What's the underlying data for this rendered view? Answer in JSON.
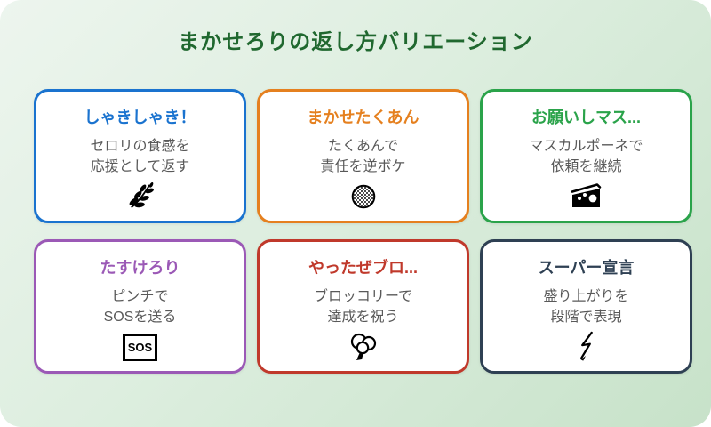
{
  "page": {
    "title": "まかせろりの返し方バリエーション"
  },
  "theme": {
    "canvas_gradient_start": "#edf5ee",
    "canvas_gradient_end": "#c7e2c9",
    "page_title_color": "#20682f",
    "card_background": "#ffffff",
    "body_text_color": "#595959"
  },
  "cards": [
    {
      "title": "しゃきしゃき！",
      "lines": [
        "セロリの食感を",
        "応援として返す"
      ],
      "icon": "herb-icon",
      "accent": "#1a73cf"
    },
    {
      "title": "まかせたくあん",
      "lines": [
        "たくあんで",
        "責任を逆ボケ"
      ],
      "icon": "dotted-takuan-icon",
      "accent": "#e5801f"
    },
    {
      "title": "お願いしマス...",
      "lines": [
        "マスカルポーネで",
        "依頼を継続"
      ],
      "icon": "cheese-icon",
      "accent": "#2aa34a"
    },
    {
      "title": "たすけろり",
      "lines": [
        "ピンチで",
        "SOSを送る"
      ],
      "icon": "sos-icon",
      "icon_label": "SOS",
      "accent": "#9b59b6"
    },
    {
      "title": "やったぜブロ...",
      "lines": [
        "ブロッコリーで",
        "達成を祝う"
      ],
      "icon": "broccoli-icon",
      "accent": "#c0392b"
    },
    {
      "title": "スーパー宣言",
      "lines": [
        "盛り上がりを",
        "段階で表現"
      ],
      "icon": "lightning-bolt-icon",
      "accent": "#2e4053"
    }
  ]
}
